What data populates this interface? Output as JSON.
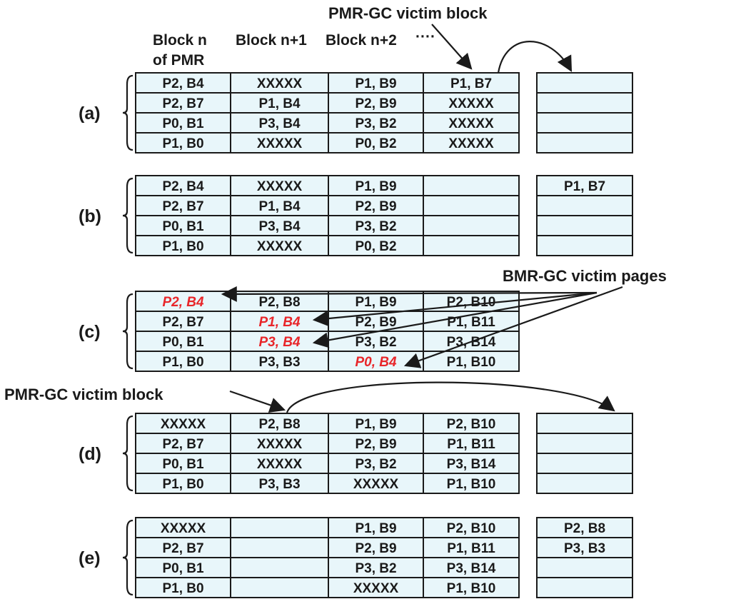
{
  "annotations": {
    "pmr_gc_victim_block_top": "PMR-GC victim block",
    "pmr_gc_victim_block_d": "PMR-GC victim block",
    "bmr_gc_victim_pages": "BMR-GC victim pages"
  },
  "column_headers": {
    "block_n_line1": "Block n",
    "block_n_line2": "of PMR",
    "block_n1": "Block n+1",
    "block_n2": "Block n+2",
    "ellipsis": "····"
  },
  "highlight_color": "#e8262a",
  "cell_fill_color": "#e8f6fa",
  "panels": [
    {
      "label": "(a)",
      "rows": [
        [
          "P2, B4",
          "XXXXX",
          "P1, B9",
          "P1, B7"
        ],
        [
          "P2, B7",
          "P1, B4",
          "P2, B9",
          "XXXXX"
        ],
        [
          "P0, B1",
          "P3, B4",
          "P3, B2",
          "XXXXX"
        ],
        [
          "P1, B0",
          "XXXXX",
          "P0, B2",
          "XXXXX"
        ]
      ],
      "highlight": [],
      "free_block": [
        "",
        "",
        "",
        ""
      ]
    },
    {
      "label": "(b)",
      "rows": [
        [
          "P2, B4",
          "XXXXX",
          "P1, B9",
          ""
        ],
        [
          "P2, B7",
          "P1, B4",
          "P2, B9",
          ""
        ],
        [
          "P0, B1",
          "P3, B4",
          "P3, B2",
          ""
        ],
        [
          "P1, B0",
          "XXXXX",
          "P0, B2",
          ""
        ]
      ],
      "highlight": [],
      "free_block": [
        "P1, B7",
        "",
        "",
        ""
      ]
    },
    {
      "label": "(c)",
      "rows": [
        [
          "P2, B4",
          "P2, B8",
          "P1, B9",
          "P2, B10"
        ],
        [
          "P2, B7",
          "P1, B4",
          "P2, B9",
          "P1, B11"
        ],
        [
          "P0, B1",
          "P3, B4",
          "P3, B2",
          "P3, B14"
        ],
        [
          "P1, B0",
          "P3, B3",
          "P0, B4",
          "P1, B10"
        ]
      ],
      "highlight": [
        [
          0,
          0
        ],
        [
          1,
          1
        ],
        [
          2,
          1
        ],
        [
          3,
          2
        ]
      ],
      "free_block": null
    },
    {
      "label": "(d)",
      "rows": [
        [
          "XXXXX",
          "P2, B8",
          "P1, B9",
          "P2, B10"
        ],
        [
          "P2, B7",
          "XXXXX",
          "P2, B9",
          "P1, B11"
        ],
        [
          "P0, B1",
          "XXXXX",
          "P3, B2",
          "P3, B14"
        ],
        [
          "P1, B0",
          "P3, B3",
          "XXXXX",
          "P1, B10"
        ]
      ],
      "highlight": [],
      "free_block": [
        "",
        "",
        "",
        ""
      ]
    },
    {
      "label": "(e)",
      "rows": [
        [
          "XXXXX",
          "",
          "P1, B9",
          "P2, B10"
        ],
        [
          "P2, B7",
          "",
          "P2, B9",
          "P1, B11"
        ],
        [
          "P0, B1",
          "",
          "P3, B2",
          "P3, B14"
        ],
        [
          "P1, B0",
          "",
          "XXXXX",
          "P1, B10"
        ]
      ],
      "highlight": [],
      "free_block": [
        "P2, B8",
        "P3, B3",
        "",
        ""
      ]
    }
  ]
}
